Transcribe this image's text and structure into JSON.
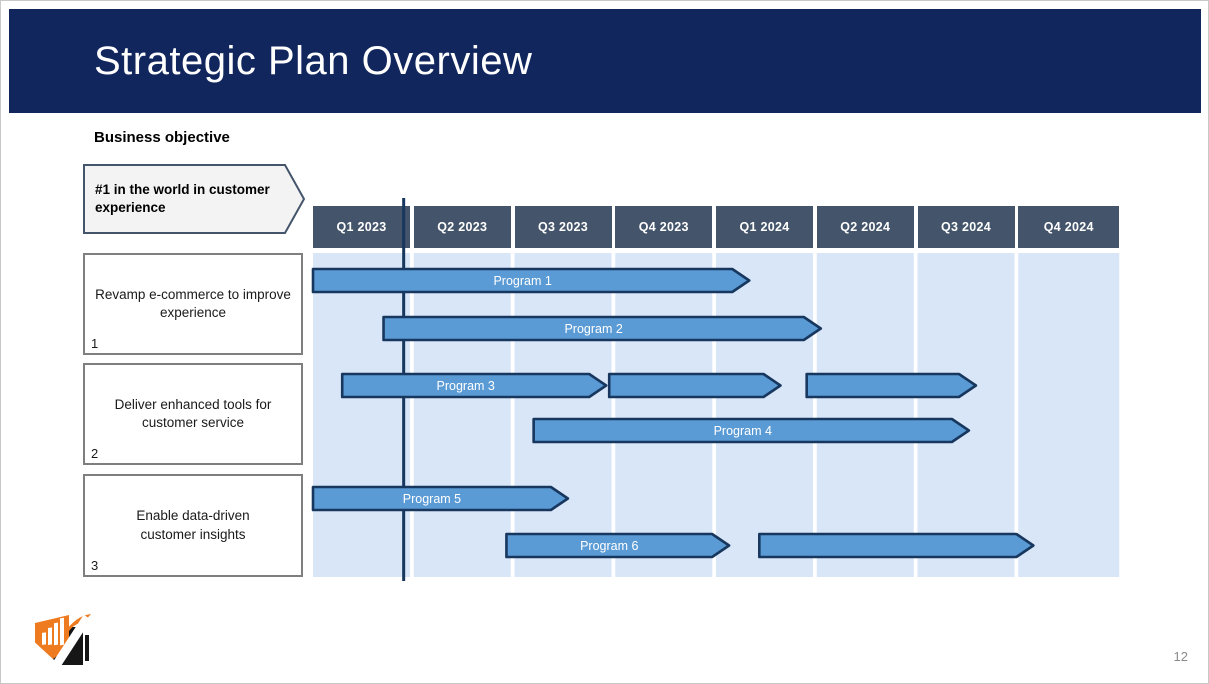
{
  "slide": {
    "title": "Strategic Plan Overview",
    "section_label": "Business objective",
    "objective": "#1 in the world in customer\nexperience",
    "page_number": "12"
  },
  "objectives": [
    {
      "number": "1",
      "text": "Revamp e-commerce to improve\nexperience"
    },
    {
      "number": "2",
      "text": "Deliver enhanced tools for\ncustomer service"
    },
    {
      "number": "3",
      "text": "Enable data-driven\ncustomer insights"
    }
  ],
  "chart_data": {
    "type": "gantt",
    "title": "Strategic Plan Overview",
    "x_axis_unit": "quarter",
    "quarters": [
      "Q1 2023",
      "Q2 2023",
      "Q3 2023",
      "Q4 2023",
      "Q1 2024",
      "Q2 2024",
      "Q3 2024",
      "Q4 2024"
    ],
    "today_marker_q": 0.9,
    "bars": [
      {
        "label": "Program 1",
        "objective": "1",
        "row": 0,
        "start_q": 0.0,
        "end_q": 4.33
      },
      {
        "label": "Program 2",
        "objective": "1",
        "row": 1,
        "start_q": 0.7,
        "end_q": 5.04
      },
      {
        "label": "Program 3",
        "objective": "2",
        "row": 2,
        "start_q": 0.29,
        "end_q": 2.91
      },
      {
        "label": "",
        "objective": "2",
        "row": 2,
        "start_q": 2.94,
        "end_q": 4.64
      },
      {
        "label": "",
        "objective": "2",
        "row": 2,
        "start_q": 4.9,
        "end_q": 6.58
      },
      {
        "label": "Program 4",
        "objective": "2",
        "row": 3,
        "start_q": 2.19,
        "end_q": 6.51
      },
      {
        "label": "Program 5",
        "objective": "3",
        "row": 4,
        "start_q": 0.0,
        "end_q": 2.53
      },
      {
        "label": "Program 6",
        "objective": "3",
        "row": 5,
        "start_q": 1.92,
        "end_q": 4.13
      },
      {
        "label": "",
        "objective": "3",
        "row": 5,
        "start_q": 4.43,
        "end_q": 7.15
      }
    ],
    "colors": {
      "title_bar_bg": "#12265e",
      "header_bg": "#44546a",
      "body_bg": "#d8e6f8",
      "bar_fill": "#5b9bd5",
      "bar_border": "#17375e",
      "today_line": "#17375e",
      "bar_label_text": "#ffffff"
    },
    "logo_colors": {
      "orange": "#ef7b20",
      "black": "#161616"
    }
  }
}
